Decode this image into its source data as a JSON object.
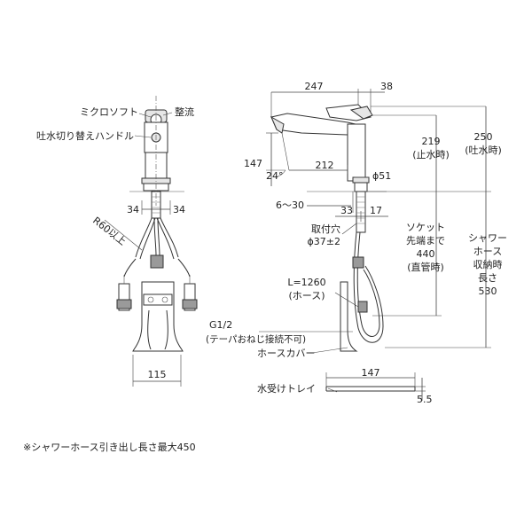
{
  "front_view": {
    "label_micro_soft": "ミクロソフト",
    "label_seiryu": "整流",
    "label_handle": "吐水切り替えハンドル",
    "dim_left_34": "34",
    "dim_right_34": "34",
    "label_r60": "R60以上",
    "dim_115": "115"
  },
  "side_view": {
    "dim_247": "247",
    "dim_38": "38",
    "dim_219": "219",
    "dim_219_note": "(止水時)",
    "dim_250": "250",
    "dim_250_note": "(吐水時)",
    "dim_147_height": "147",
    "dim_24_deg": "24°",
    "dim_212": "212",
    "dim_phi51": "ϕ51",
    "dim_6_30": "6～30",
    "dim_33": "33",
    "dim_17": "17",
    "label_hole_1": "取付穴",
    "label_hole_2": "ϕ37±2",
    "label_socket": [
      "ソケット",
      "先端まで",
      "440",
      "(直管時)"
    ],
    "label_shower": [
      "シャワー",
      "ホース",
      "収納時",
      "長さ",
      "530"
    ],
    "label_hose_len_1": "L=1260",
    "label_hose_len_2": "(ホース)",
    "label_g12_1": "G1/2",
    "label_g12_2": "(テーパおねじ接続不可)",
    "label_hose_cover": "ホースカバー",
    "dim_147_tray": "147",
    "label_tray": "水受けトレイ",
    "dim_5_5": "5.5"
  },
  "footnote": "※シャワーホース引き出し長さ最大450"
}
